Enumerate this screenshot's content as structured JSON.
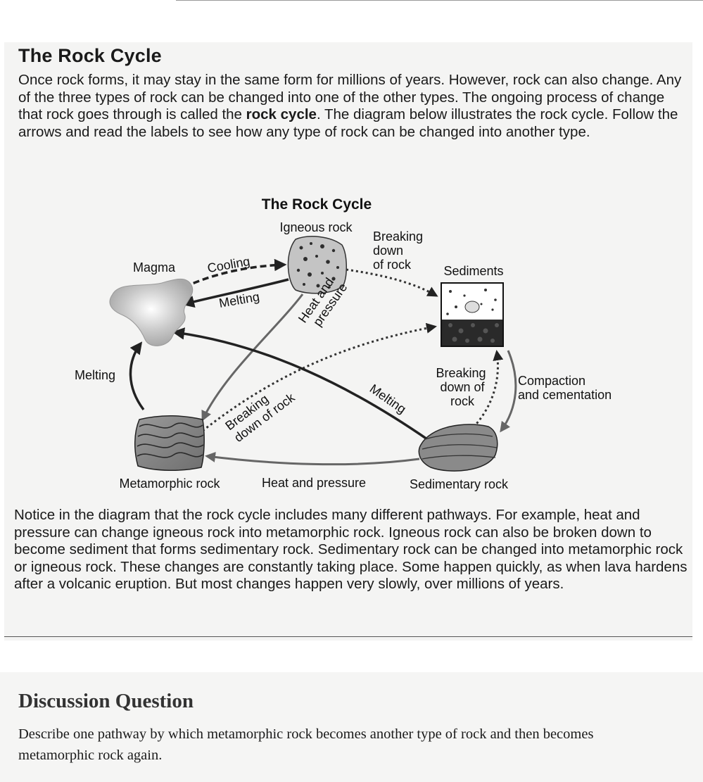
{
  "article": {
    "title": "The Rock Cycle",
    "intro_part1": "Once rock forms, it may stay in the same form for millions of years. However, rock can also change. Any of the three types of rock can be changed into one of the other types. The ongoing process of change that rock goes through is called the ",
    "intro_term": "rock cycle",
    "intro_part2": ". The diagram below illustrates the rock cycle. Follow the arrows and read the labels to see how any type of rock can be changed into another type.",
    "closing": "Notice in the diagram that the rock cycle includes many different pathways. For example, heat and pressure can change igneous rock into metamorphic rock. Igneous rock can also be broken down to become sediment that forms sedimentary rock. Sedimentary rock can be changed into metamorphic rock or igneous rock. These changes are constantly taking place. Some happen quickly, as when lava hardens after a volcanic eruption. But most changes happen very slowly, over millions of years."
  },
  "diagram": {
    "title": "The Rock Cycle",
    "nodes": {
      "igneous": "Igneous rock",
      "magma": "Magma",
      "sediments": "Sediments",
      "metamorphic": "Metamorphic rock",
      "sedimentary": "Sedimentary rock"
    },
    "processes": {
      "cooling": "Cooling",
      "melting_top": "Melting",
      "breaking_top": [
        "Breaking",
        "down",
        "of rock"
      ],
      "heat_pressure_diag": [
        "Heat and",
        "pressure"
      ],
      "melting_left": "Melting",
      "breaking_mid": [
        "Breaking",
        "down of rock"
      ],
      "melting_diag": "Melting",
      "breaking_right": [
        "Breaking",
        "down of",
        "rock"
      ],
      "compaction": [
        "Compaction",
        "and cementation"
      ],
      "heat_pressure_bottom": "Heat and pressure"
    }
  },
  "discussion": {
    "title": "Discussion Question",
    "question": "Describe one pathway by which metamorphic rock becomes another type of rock and then becomes metamorphic rock again."
  }
}
